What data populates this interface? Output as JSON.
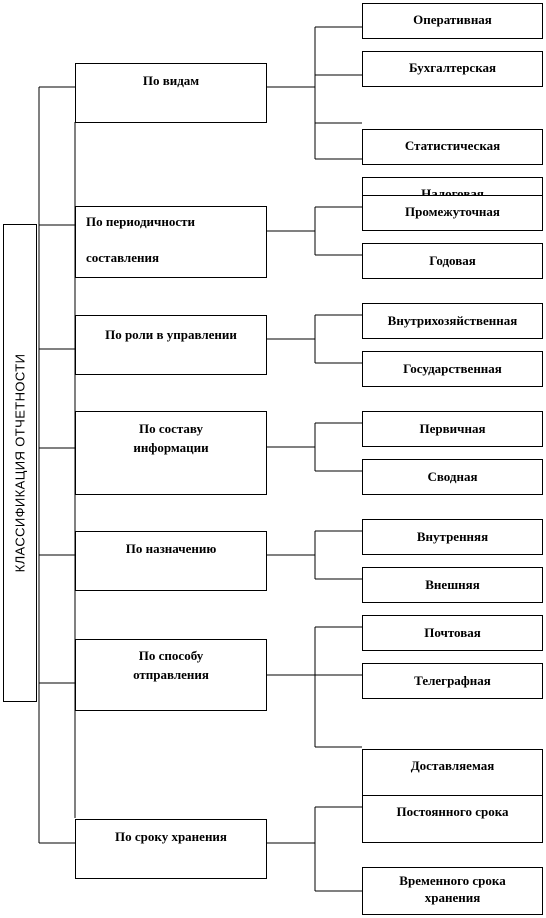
{
  "root": "КЛАССИФИКАЦИЯ ОТЧЕТНОСТИ",
  "categories": [
    "По видам",
    [
      "По периодичности",
      "составления"
    ],
    "По роли в управлении",
    [
      "По составу",
      "информации"
    ],
    "По назначению",
    [
      "По способу",
      "отправления"
    ],
    "По сроку хранения"
  ],
  "leaves": {
    "views": [
      "Оперативная",
      "Бухгалтерская",
      "Статистическая"
    ],
    "periodicity": [
      "Налоговая",
      "Промежуточная",
      "Годовая"
    ],
    "role": [
      "Внутрихозяйственная",
      "Государственная"
    ],
    "composition": [
      "Первичная",
      "Сводная"
    ],
    "purpose": [
      "Внутренняя",
      "Внешняя"
    ],
    "delivery": [
      "Почтовая",
      "Телеграфная",
      "Доставляемая"
    ],
    "storage": [
      "Постоянного срока",
      "Временного срока хранения"
    ]
  }
}
